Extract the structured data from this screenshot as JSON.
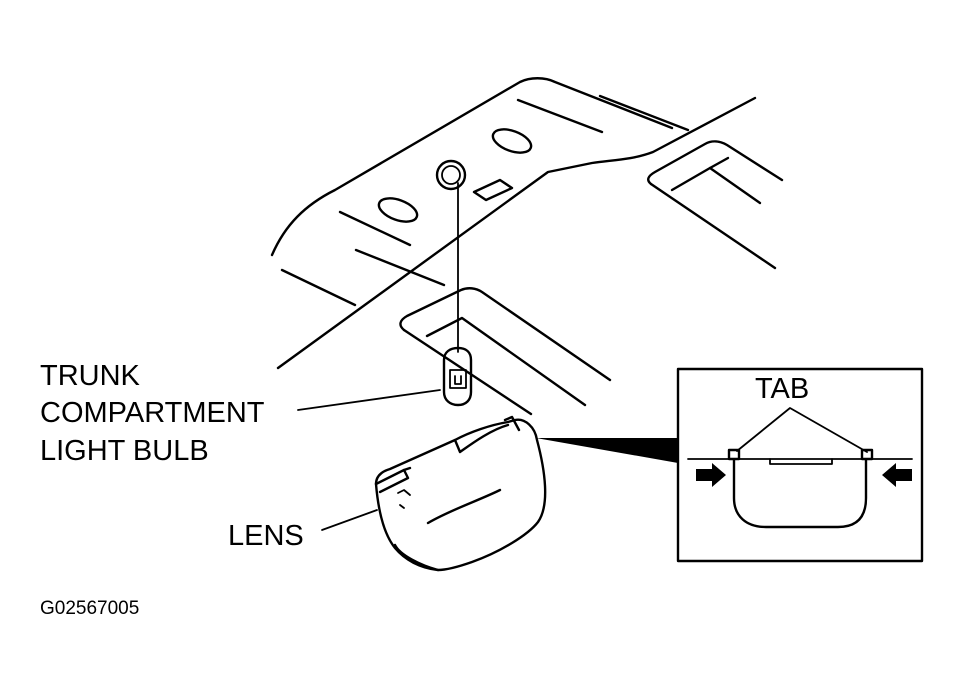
{
  "labels": {
    "bulb_line1": "TRUNK",
    "bulb_line2": "COMPARTMENT",
    "bulb_line3": "LIGHT BULB",
    "lens": "LENS",
    "tab": "TAB",
    "figure_id": "G02567005"
  }
}
